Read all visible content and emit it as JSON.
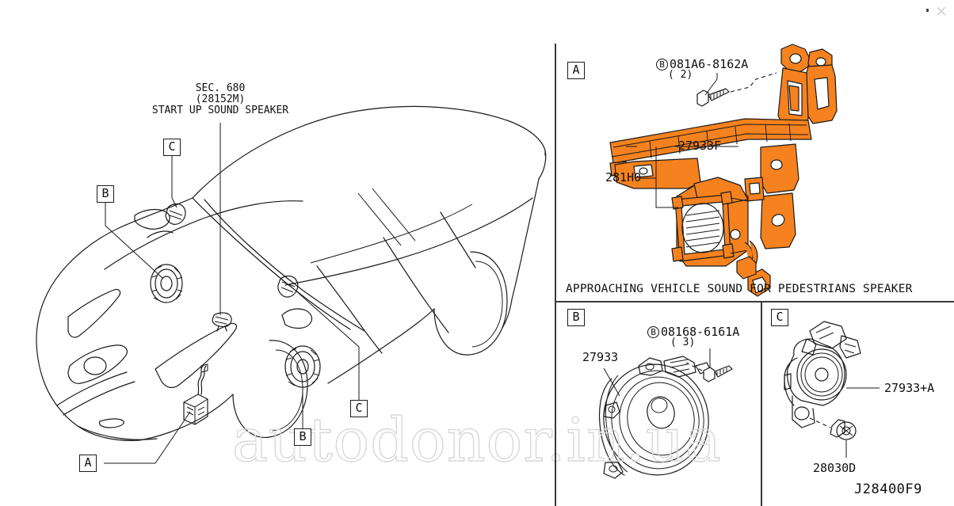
{
  "document": {
    "type": "automotive-parts-exploded-diagram",
    "diagram_code": "J28400F9",
    "close_icon": "×"
  },
  "watermark": {
    "text": "autodonor.in.ua"
  },
  "vehicle": {
    "note": {
      "line1": "SEC. 680",
      "line2": "(28152M)",
      "line3": "START UP SOUND SPEAKER"
    },
    "callouts": [
      {
        "label": "C",
        "id": "vehicle-callout-c-top"
      },
      {
        "label": "B",
        "id": "vehicle-callout-b-left"
      },
      {
        "label": "C",
        "id": "vehicle-callout-c-right"
      },
      {
        "label": "B",
        "id": "vehicle-callout-b-bottom"
      },
      {
        "label": "A",
        "id": "vehicle-callout-a-bottom"
      }
    ]
  },
  "panels": {
    "a": {
      "letter": "A",
      "caption": "APPROACHING VEHICLE SOUND FOR PEDESTRIANS SPEAKER",
      "parts": [
        {
          "marker": "B",
          "number": "081A6-8162A",
          "qty": "( 2)"
        },
        {
          "number": "27933F"
        },
        {
          "number": "281H0"
        }
      ]
    },
    "b": {
      "letter": "B",
      "parts": [
        {
          "marker": "B",
          "number": "08168-6161A",
          "qty": "( 3)"
        },
        {
          "number": "27933"
        }
      ]
    },
    "c": {
      "letter": "C",
      "parts": [
        {
          "number": "27933+A"
        },
        {
          "number": "28030D"
        }
      ]
    }
  },
  "colors": {
    "highlight_orange": "#F5821F",
    "line_black": "#1a1a1a",
    "watermark_gray": "#d8d8d8"
  }
}
